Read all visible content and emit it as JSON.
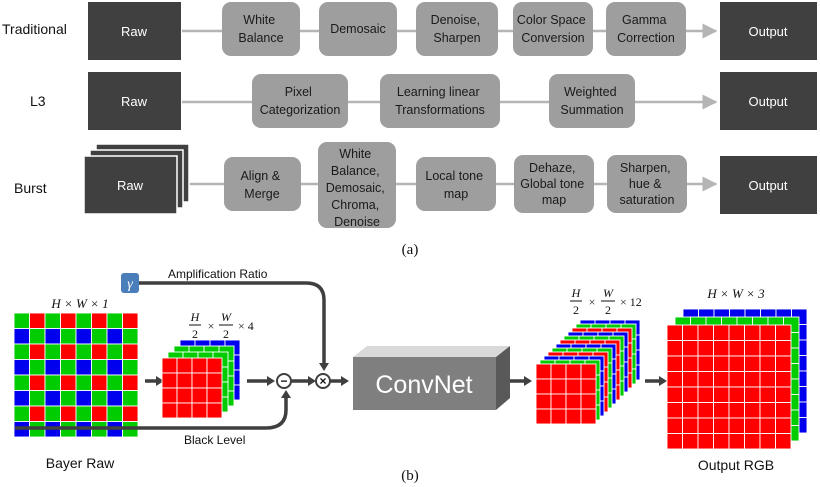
{
  "panel_a": {
    "caption": "(a)",
    "rows": [
      {
        "label": "Traditional",
        "input": "Raw",
        "stages": [
          [
            "White",
            "Balance"
          ],
          [
            "Demosaic"
          ],
          [
            "Denoise,",
            "Sharpen"
          ],
          [
            "Color Space",
            "Conversion"
          ],
          [
            "Gamma",
            "Correction"
          ]
        ],
        "output": "Output"
      },
      {
        "label": "L3",
        "input": "Raw",
        "stages": [
          [
            "Pixel",
            "Categorization"
          ],
          [
            "Learning linear",
            "Transformations"
          ],
          [
            "Weighted",
            "Summation"
          ]
        ],
        "output": "Output"
      },
      {
        "label": "Burst",
        "input": "Raw",
        "stages": [
          [
            "Align &",
            "Merge"
          ],
          [
            "White",
            "Balance,",
            "Demosaic,",
            "Chroma,",
            "Denoise"
          ],
          [
            "Local tone",
            "map"
          ],
          [
            "Dehaze,",
            "Global tone",
            "map"
          ],
          [
            "Sharpen,",
            "hue &",
            "saturation"
          ]
        ],
        "output": "Output"
      }
    ]
  },
  "panel_b": {
    "caption": "(b)",
    "gamma_symbol": "γ",
    "amplification_label": "Amplification Ratio",
    "black_level_label": "Black Level",
    "convnet_label": "ConvNet",
    "bayer_caption": "Bayer Raw",
    "output_caption": "Output RGB",
    "dim_input": "H × W × 1",
    "dim_packed_h": "H",
    "dim_packed_w": "W",
    "dim_divisor": "2",
    "dim_packed_suffix": "× 4",
    "dim_times": "×",
    "dim_out12_suffix": "× 12",
    "dim_output": "H × W × 3",
    "minus_symbol": "−",
    "times_symbol": "×"
  },
  "colors": {
    "dark_box": "#404040",
    "stage_box": "#9e9e9e",
    "arrow_light": "#b5b5b5",
    "arrow_dark": "#3f3f3f",
    "red": "#ff0000",
    "green": "#00cc00",
    "blue": "#0000ee",
    "gamma_box": "#4a7ebb",
    "convnet_front": "#7f7f7f"
  }
}
